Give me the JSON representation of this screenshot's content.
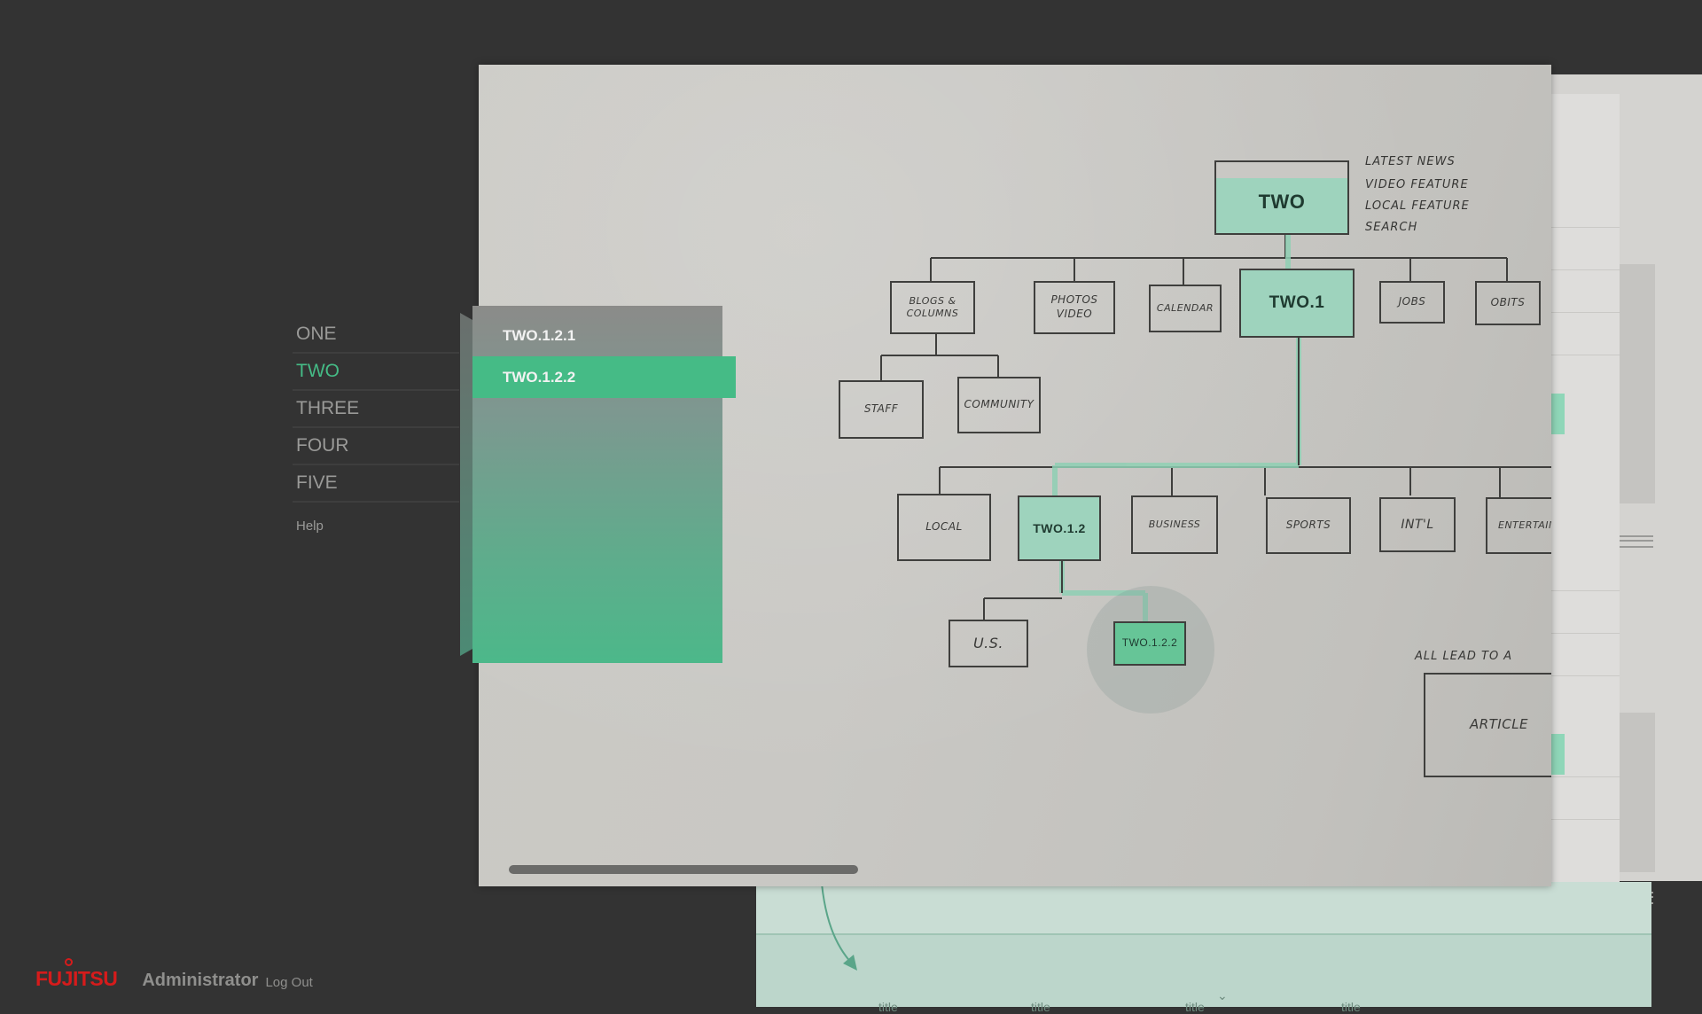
{
  "nav": {
    "items": [
      {
        "label": "ONE",
        "active": false
      },
      {
        "label": "TWO",
        "active": true
      },
      {
        "label": "THREE",
        "active": false
      },
      {
        "label": "FOUR",
        "active": false
      },
      {
        "label": "FIVE",
        "active": false
      }
    ],
    "help_label": "Help"
  },
  "submenu": {
    "items": [
      {
        "label": "TWO.1.2.1",
        "active": false
      },
      {
        "label": "TWO.1.2.2",
        "active": true
      }
    ]
  },
  "sitemap": {
    "root": "TWO",
    "root_notes": [
      "LATEST NEWS",
      "VIDEO FEATURE",
      "LOCAL FEATURE",
      "SEARCH"
    ],
    "level1": {
      "blogs": "BLOGS &\nCOLUMNS",
      "photos": "PHOTOS\nVIDEO",
      "calendar": "CALENDAR",
      "two1": "TWO.1",
      "jobs": "JOBS",
      "obits": "OBITS"
    },
    "level1_sub": {
      "staff": "STAFF",
      "community": "COMMUNITY"
    },
    "level2": {
      "local": "LOCAL",
      "two12": "TWO.1.2",
      "business": "BUSINESS",
      "sports": "SPORTS",
      "intl": "INT'L",
      "entertain": "ENTERTAIN"
    },
    "level3": {
      "us": "U.S.",
      "two122": "TWO.1.2.2"
    },
    "article_note": "ALL LEAD TO A",
    "article": "ARTICLE"
  },
  "bottom_strip": {
    "labels": [
      "title",
      "title",
      "title",
      "title"
    ]
  },
  "footer": {
    "logo": "FUJITSU",
    "user": "Administrator",
    "logout": "Log Out"
  },
  "colors": {
    "accent": "#45bb86",
    "background": "#333333",
    "logo_red": "#d61b1b"
  }
}
